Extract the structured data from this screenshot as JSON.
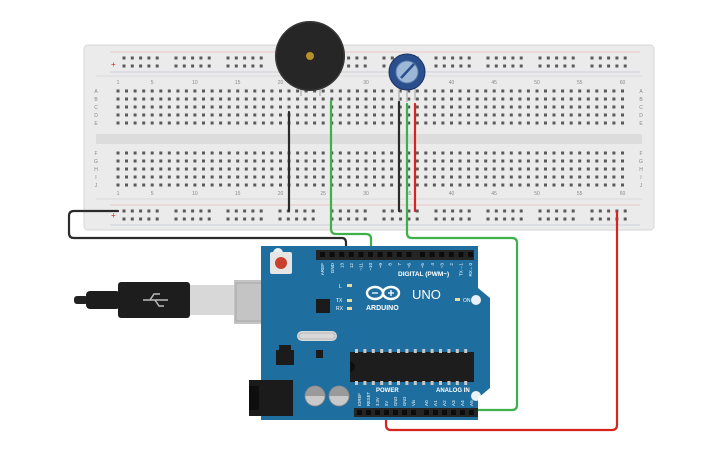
{
  "breadboard": {
    "column_numbers": [
      "1",
      "5",
      "10",
      "15",
      "20",
      "25",
      "30",
      "35",
      "40",
      "45",
      "50",
      "55",
      "60"
    ],
    "row_letters_top": [
      "A",
      "B",
      "C",
      "D",
      "E"
    ],
    "row_letters_bottom": [
      "F",
      "G",
      "H",
      "I",
      "J"
    ],
    "rail_plus": "+",
    "rail_minus": "−"
  },
  "arduino": {
    "brand": "ARDUINO",
    "model": "UNO",
    "digital_label": "DIGITAL (PWM~)",
    "analog_label": "ANALOG IN",
    "power_label": "POWER",
    "on_label": "ON",
    "l_label": "L",
    "tx_label": "TX",
    "rx_label": "RX",
    "digital_pins": [
      "AREF",
      "GND",
      "13",
      "12",
      "~11",
      "~10",
      "~9",
      "8",
      "7",
      "~6",
      "~5",
      "4",
      "~3",
      "2",
      "TX→1",
      "RX←0"
    ],
    "power_pins": [
      "IOREF",
      "RESET",
      "3.3V",
      "5V",
      "GND",
      "GND",
      "Vin"
    ],
    "analog_pins": [
      "A0",
      "A1",
      "A2",
      "A3",
      "A4",
      "A5"
    ]
  },
  "wire_colors": {
    "black": "#2b2b2b",
    "green": "#3db04a",
    "red": "#d8231f"
  },
  "board_color": "#1f6ea0",
  "breadboard_color": "#ebebeb"
}
